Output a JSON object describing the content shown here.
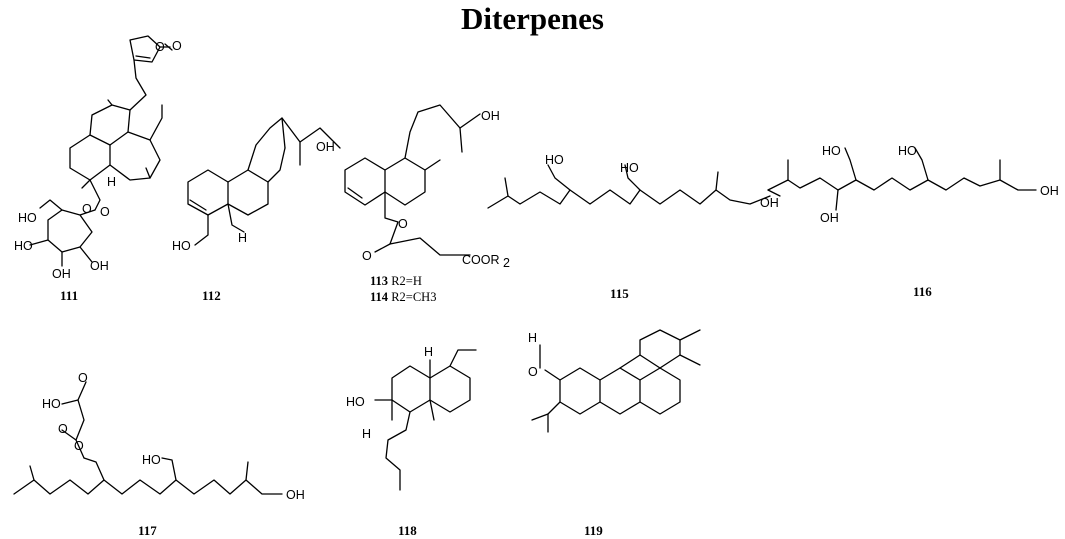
{
  "title": "Diterpenes",
  "compounds": [
    {
      "number": "111"
    },
    {
      "number": "112"
    },
    {
      "number": "113",
      "substituent": "R2=H"
    },
    {
      "number": "114",
      "substituent": "R2=CH3"
    },
    {
      "number": "115"
    },
    {
      "number": "116"
    },
    {
      "number": "117"
    },
    {
      "number": "118"
    },
    {
      "number": "119"
    }
  ],
  "atom_labels": {
    "o": "O",
    "oh": "OH",
    "ho": "HO",
    "h": "H",
    "cooh2": "COOR",
    "sub2": "2"
  }
}
